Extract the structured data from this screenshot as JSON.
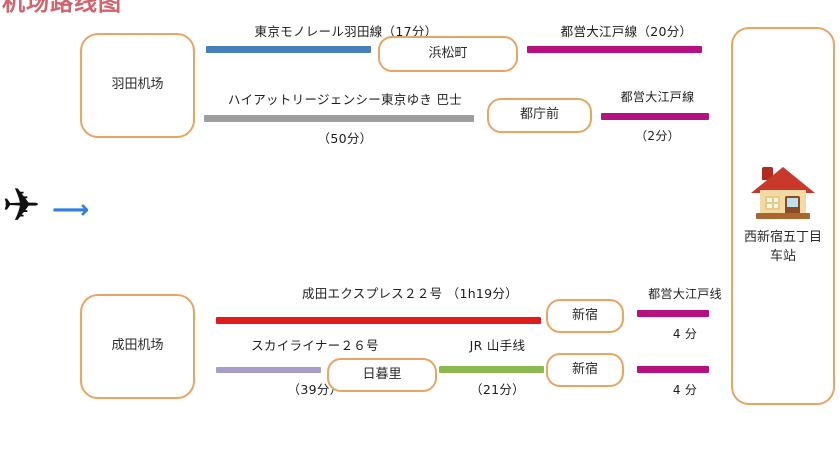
{
  "title": "机场路线图",
  "icons": {
    "plane": "airplane-icon",
    "arrow": "right-arrow-icon",
    "house": "house-icon"
  },
  "origins": {
    "haneda": "羽田机场",
    "narita": "成田机场"
  },
  "destination": {
    "station_line1": "西新宿五丁目",
    "station_line2": "车站"
  },
  "stations": {
    "hamamatsucho": "浜松町",
    "tochomae": "都庁前",
    "nippori": "日暮里",
    "shinjuku_1": "新宿",
    "shinjuku_2": "新宿"
  },
  "routes": [
    {
      "id": "tokyo-monorail",
      "label": "東京モノレール羽田線（17分）",
      "sublabel": "",
      "color": "#4a7ebb",
      "duration": "17分"
    },
    {
      "id": "oedo-line-hamamatsucho",
      "label": "都営大江戸線（20分）",
      "sublabel": "",
      "color": "#b5127f",
      "duration": "20分"
    },
    {
      "id": "hyatt-regency-bus",
      "label": "ハイアットリージェンシー東京ゆき 巴士",
      "sublabel": "（50分）",
      "color": "#9e9e9e",
      "duration": "50分"
    },
    {
      "id": "oedo-line-tochomae",
      "label": "都営大江戸線",
      "sublabel": "（2分）",
      "color": "#b5127f",
      "duration": "2分"
    },
    {
      "id": "narita-express-22",
      "label": "成田エクスプレス２２号 （1h19分）",
      "sublabel": "",
      "color": "#e01b1b",
      "duration": "1h19分"
    },
    {
      "id": "skyliner-26",
      "label": "スカイライナー２６号",
      "sublabel": "（39分）",
      "color": "#a89cc8",
      "duration": "39分"
    },
    {
      "id": "jr-yamanote",
      "label": "JR 山手线",
      "sublabel": "（21分）",
      "color": "#8dba4f",
      "duration": "21分"
    },
    {
      "id": "oedo-line-shinjuku-1",
      "label": "都営大江戸线",
      "sublabel": "4 分",
      "color": "#b5127f",
      "duration": "4分"
    },
    {
      "id": "oedo-line-shinjuku-2",
      "label": "",
      "sublabel": "4 分",
      "color": "#b5127f",
      "duration": "4分"
    }
  ],
  "colors": {
    "box_border": "#e8a563",
    "title": "#d4636b",
    "arrow": "#2f7fe0",
    "plane": "#111111"
  }
}
